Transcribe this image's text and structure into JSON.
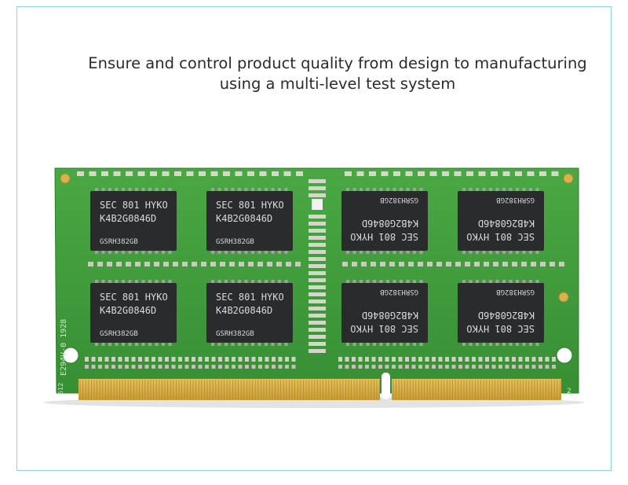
{
  "headline": {
    "line1": "Ensure and control product quality from design to manufacturing",
    "line2": "using a multi-level test system"
  },
  "module": {
    "colors": {
      "pcb": "#3f9a3a",
      "pcb_dark": "#2e7c2c",
      "chip": "#2a2b2d",
      "gold": "#d8b24a",
      "chip_text": "#d9dadc"
    },
    "chips_upright": [
      {
        "line1": "SEC 801 HYKO",
        "line2": "K4B2G0846D",
        "line3": "GSRH382GB"
      },
      {
        "line1": "SEC 801 HYKO",
        "line2": "K4B2G0846D",
        "line3": "GSRH382GB"
      },
      {
        "line1": "SEC 801 HYKO",
        "line2": "K4B2G0846D",
        "line3": "GSRH382GB"
      },
      {
        "line1": "SEC 801 HYKO",
        "line2": "K4B2G0846D",
        "line3": "GSRH382GB"
      }
    ],
    "chips_inverted": [
      {
        "line1": "SEC 801 HYKO",
        "line2": "K4B2G0846D",
        "line3": "GSRH382GB"
      },
      {
        "line1": "SEC 801 HYKO",
        "line2": "K4B2G0846D",
        "line3": "GSRH382GB"
      },
      {
        "line1": "SEC 801 HYKO",
        "line2": "K4B2G0846D",
        "line3": "GSRH382GB"
      },
      {
        "line1": "SEC 801 HYKO",
        "line2": "K4B2G0846D",
        "line3": "GSRH382GB"
      }
    ],
    "side_marking": "E294V-0 1928",
    "pin_left": "512",
    "pin_right": "2"
  }
}
